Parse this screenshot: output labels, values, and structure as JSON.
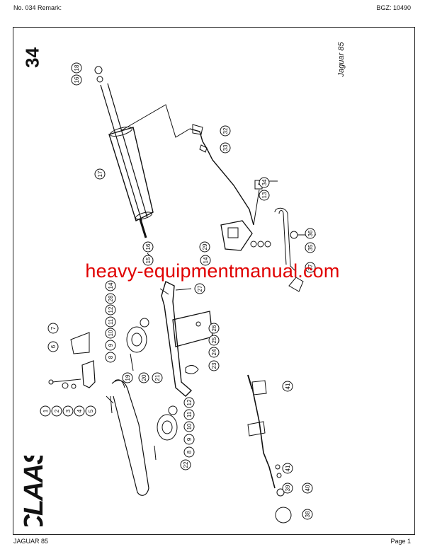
{
  "header": {
    "left": "No. 034   Remark:",
    "right": "BGZ: 10490"
  },
  "footer": {
    "left": "JAGUAR 85",
    "right": "Page 1"
  },
  "page_number": "34",
  "model_label": "Jaguar 85",
  "watermark": "heavy-equipmentmanual.com",
  "logo_text": "CLAAS",
  "part_callouts": [
    "1",
    "2",
    "3",
    "4",
    "5",
    "6",
    "7",
    "8",
    "9",
    "10",
    "11",
    "12",
    "13",
    "14",
    "15",
    "16",
    "17",
    "18",
    "19",
    "20",
    "21",
    "22",
    "23",
    "24",
    "25",
    "26",
    "27",
    "28",
    "29",
    "32",
    "33",
    "34",
    "35",
    "36",
    "37",
    "38",
    "39",
    "40",
    "41"
  ]
}
